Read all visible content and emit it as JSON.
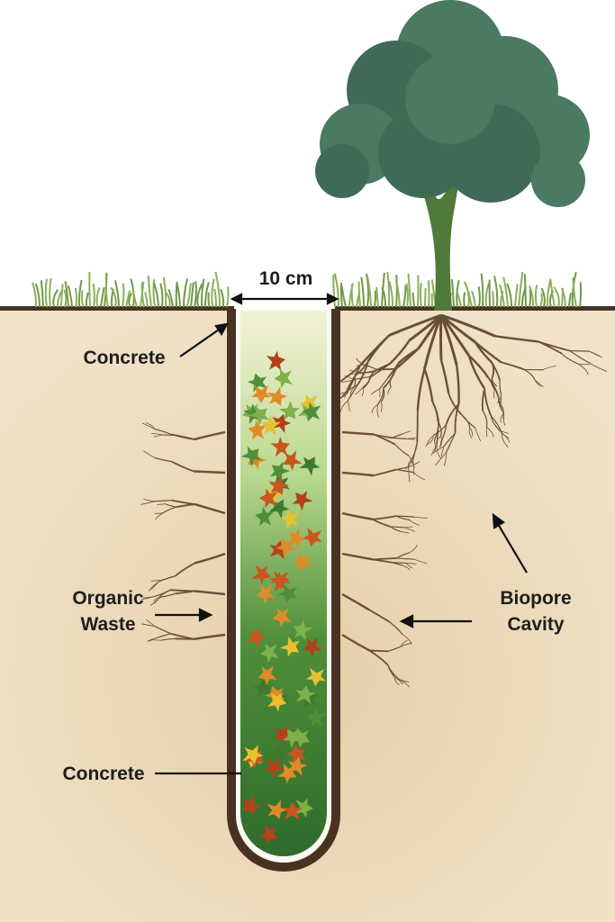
{
  "labels": {
    "width": "10 cm",
    "concrete_top": "Concrete",
    "organic_waste": [
      "Organic",
      "Waste"
    ],
    "biopore_cavity": [
      "Biopore",
      "Cavity"
    ],
    "concrete_bottom": "Concrete"
  },
  "colors": {
    "soil": "#eddcc0",
    "soil_dark": "#d8bf98",
    "concrete_wall": "#4a3222",
    "tree_canopy": "#3f6b56",
    "trunk": "#4f7a3a",
    "grass": "#6f9a45",
    "root": "#6b4e38"
  }
}
